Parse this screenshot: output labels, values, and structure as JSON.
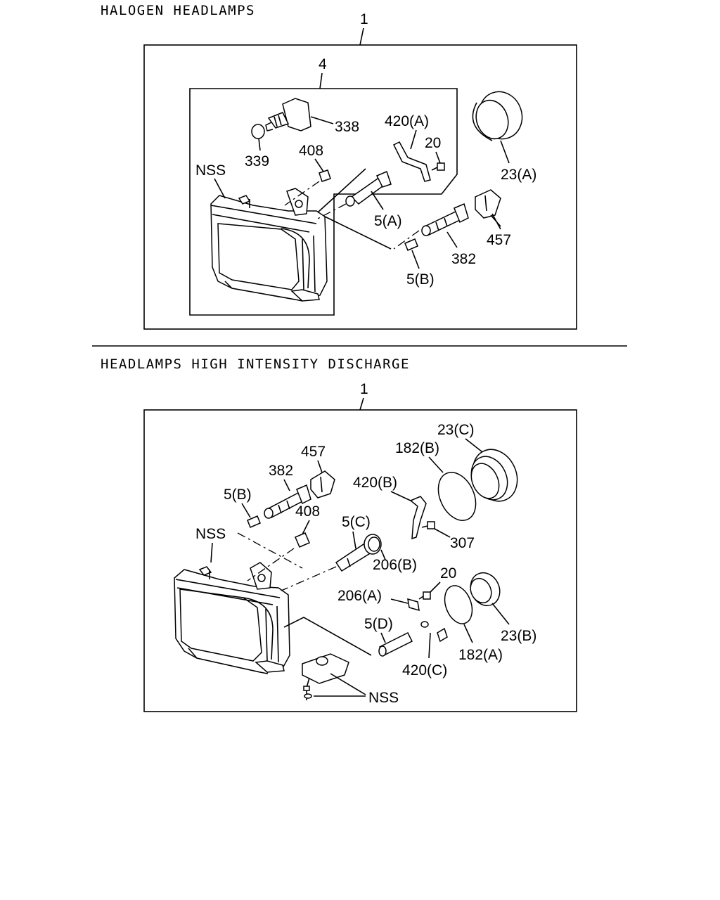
{
  "sections": {
    "halogen": {
      "title": "HALOGEN HEADLAMPS",
      "assembly_label": "1",
      "subassembly_label": "4",
      "labels": {
        "p338": "338",
        "p339": "339",
        "p408": "408",
        "pNSS": "NSS",
        "p420A": "420(A)",
        "p20": "20",
        "p23A": "23(A)",
        "p5A": "5(A)",
        "p457": "457",
        "p382": "382",
        "p5B": "5(B)"
      }
    },
    "hid": {
      "title": "HEADLAMPS HIGH INTENSITY DISCHARGE",
      "assembly_label": "1",
      "labels": {
        "p457": "457",
        "p382": "382",
        "p5B": "5(B)",
        "p408": "408",
        "pNSS": "NSS",
        "p182B": "182(B)",
        "p23C": "23(C)",
        "p420B": "420(B)",
        "p307": "307",
        "p5C": "5(C)",
        "p206B": "206(B)",
        "p20": "20",
        "p206A": "206(A)",
        "p5D": "5(D)",
        "p420C": "420(C)",
        "p182A": "182(A)",
        "p23B": "23(B)",
        "pNSS2": "NSS"
      }
    }
  }
}
